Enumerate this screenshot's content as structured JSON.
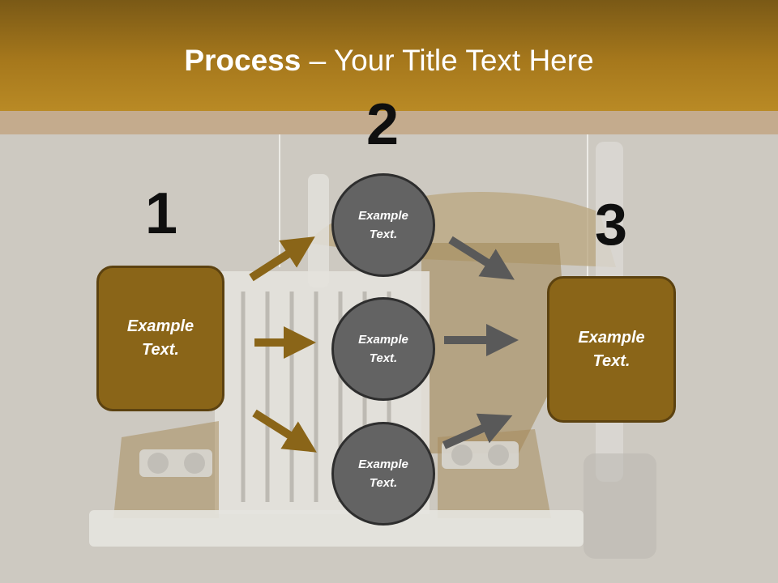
{
  "title": {
    "bold": "Process",
    "rest": " – Your Title Text Here"
  },
  "steps": {
    "n1": "1",
    "n2": "2",
    "n3": "3"
  },
  "left_box": {
    "text": "Example\nText."
  },
  "right_box": {
    "text": "Example\nText."
  },
  "circles": [
    {
      "text": "Example\nText."
    },
    {
      "text": "Example\nText."
    },
    {
      "text": "Example\nText."
    }
  ],
  "colors": {
    "header": "#a6781c",
    "box_fill": "#8a6518",
    "circle_fill": "#636363",
    "arrow_left": "#8a6518",
    "arrow_right": "#595959",
    "background": "#cdc9c1"
  }
}
